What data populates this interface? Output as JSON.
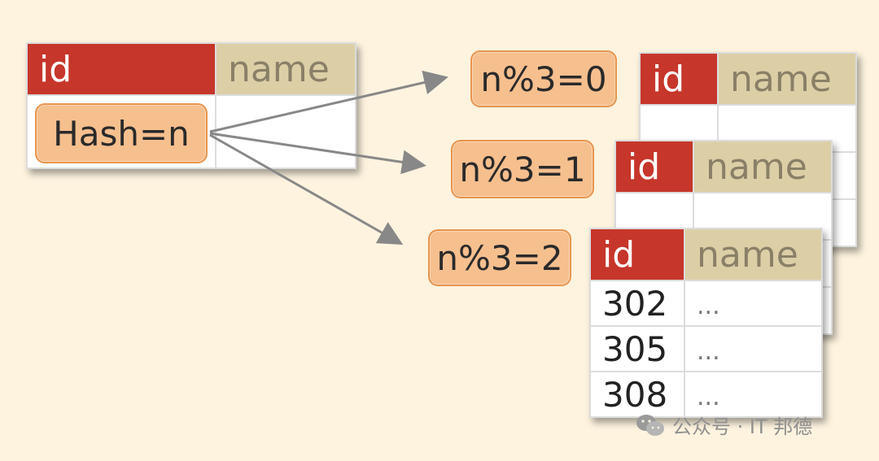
{
  "source_table": {
    "headers": [
      "id",
      "name"
    ],
    "hash_label": "Hash=n"
  },
  "partitions": [
    {
      "label": "n%3=0",
      "headers": [
        "id",
        "name"
      ]
    },
    {
      "label": "n%3=1",
      "headers": [
        "id",
        "name"
      ]
    },
    {
      "label": "n%3=2",
      "headers": [
        "id",
        "name"
      ],
      "rows": [
        {
          "id": "302",
          "name": "..."
        },
        {
          "id": "305",
          "name": "..."
        },
        {
          "id": "308",
          "name": "..."
        }
      ]
    }
  ],
  "watermark": {
    "text": "公众号 · IT 邦德",
    "icon": "wechat-icon"
  },
  "colors": {
    "background": "#fdf3df",
    "id_header": "#c6362a",
    "name_header": "#dccfa6",
    "pill_fill": "#f6bf8e",
    "pill_border": "#e9944d",
    "arrow": "#888888"
  }
}
